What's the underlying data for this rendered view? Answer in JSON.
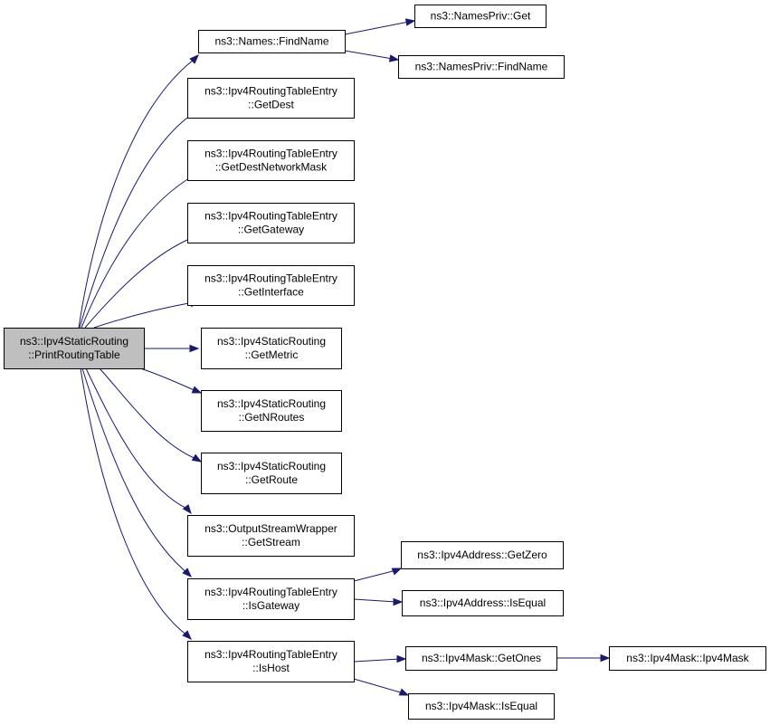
{
  "graph": {
    "nodes": [
      {
        "id": "root",
        "lines": [
          "ns3::Ipv4StaticRouting",
          "::PrintRoutingTable"
        ],
        "highlight": true
      },
      {
        "id": "findname",
        "lines": [
          "ns3::Names::FindName"
        ]
      },
      {
        "id": "namespriv_get",
        "lines": [
          "ns3::NamesPriv::Get"
        ]
      },
      {
        "id": "namespriv_findname",
        "lines": [
          "ns3::NamesPriv::FindName"
        ]
      },
      {
        "id": "getdest",
        "lines": [
          "ns3::Ipv4RoutingTableEntry",
          "::GetDest"
        ]
      },
      {
        "id": "getdestmask",
        "lines": [
          "ns3::Ipv4RoutingTableEntry",
          "::GetDestNetworkMask"
        ]
      },
      {
        "id": "getgateway",
        "lines": [
          "ns3::Ipv4RoutingTableEntry",
          "::GetGateway"
        ]
      },
      {
        "id": "getinterface",
        "lines": [
          "ns3::Ipv4RoutingTableEntry",
          "::GetInterface"
        ]
      },
      {
        "id": "getmetric",
        "lines": [
          "ns3::Ipv4StaticRouting",
          "::GetMetric"
        ]
      },
      {
        "id": "getnroutes",
        "lines": [
          "ns3::Ipv4StaticRouting",
          "::GetNRoutes"
        ]
      },
      {
        "id": "getroute",
        "lines": [
          "ns3::Ipv4StaticRouting",
          "::GetRoute"
        ]
      },
      {
        "id": "getstream",
        "lines": [
          "ns3::OutputStreamWrapper",
          "::GetStream"
        ]
      },
      {
        "id": "isgateway",
        "lines": [
          "ns3::Ipv4RoutingTableEntry",
          "::IsGateway"
        ]
      },
      {
        "id": "addr_getzero",
        "lines": [
          "ns3::Ipv4Address::GetZero"
        ]
      },
      {
        "id": "addr_isequal",
        "lines": [
          "ns3::Ipv4Address::IsEqual"
        ]
      },
      {
        "id": "ishost",
        "lines": [
          "ns3::Ipv4RoutingTableEntry",
          "::IsHost"
        ]
      },
      {
        "id": "mask_getones",
        "lines": [
          "ns3::Ipv4Mask::GetOnes"
        ]
      },
      {
        "id": "mask_ctor",
        "lines": [
          "ns3::Ipv4Mask::Ipv4Mask"
        ]
      },
      {
        "id": "mask_isequal",
        "lines": [
          "ns3::Ipv4Mask::IsEqual"
        ]
      }
    ],
    "edges": [
      {
        "from": "root",
        "to": "findname"
      },
      {
        "from": "root",
        "to": "getdest"
      },
      {
        "from": "root",
        "to": "getdestmask"
      },
      {
        "from": "root",
        "to": "getgateway"
      },
      {
        "from": "root",
        "to": "getinterface"
      },
      {
        "from": "root",
        "to": "getmetric"
      },
      {
        "from": "root",
        "to": "getnroutes"
      },
      {
        "from": "root",
        "to": "getroute"
      },
      {
        "from": "root",
        "to": "getstream"
      },
      {
        "from": "root",
        "to": "isgateway"
      },
      {
        "from": "root",
        "to": "ishost"
      },
      {
        "from": "findname",
        "to": "namespriv_get"
      },
      {
        "from": "findname",
        "to": "namespriv_findname"
      },
      {
        "from": "isgateway",
        "to": "addr_getzero"
      },
      {
        "from": "isgateway",
        "to": "addr_isequal"
      },
      {
        "from": "ishost",
        "to": "mask_getones"
      },
      {
        "from": "ishost",
        "to": "mask_isequal"
      },
      {
        "from": "mask_getones",
        "to": "mask_ctor"
      }
    ],
    "colors": {
      "edge": "#191970",
      "root_fill": "#bfbfbf",
      "node_fill": "#ffffff",
      "border": "#000000"
    }
  }
}
